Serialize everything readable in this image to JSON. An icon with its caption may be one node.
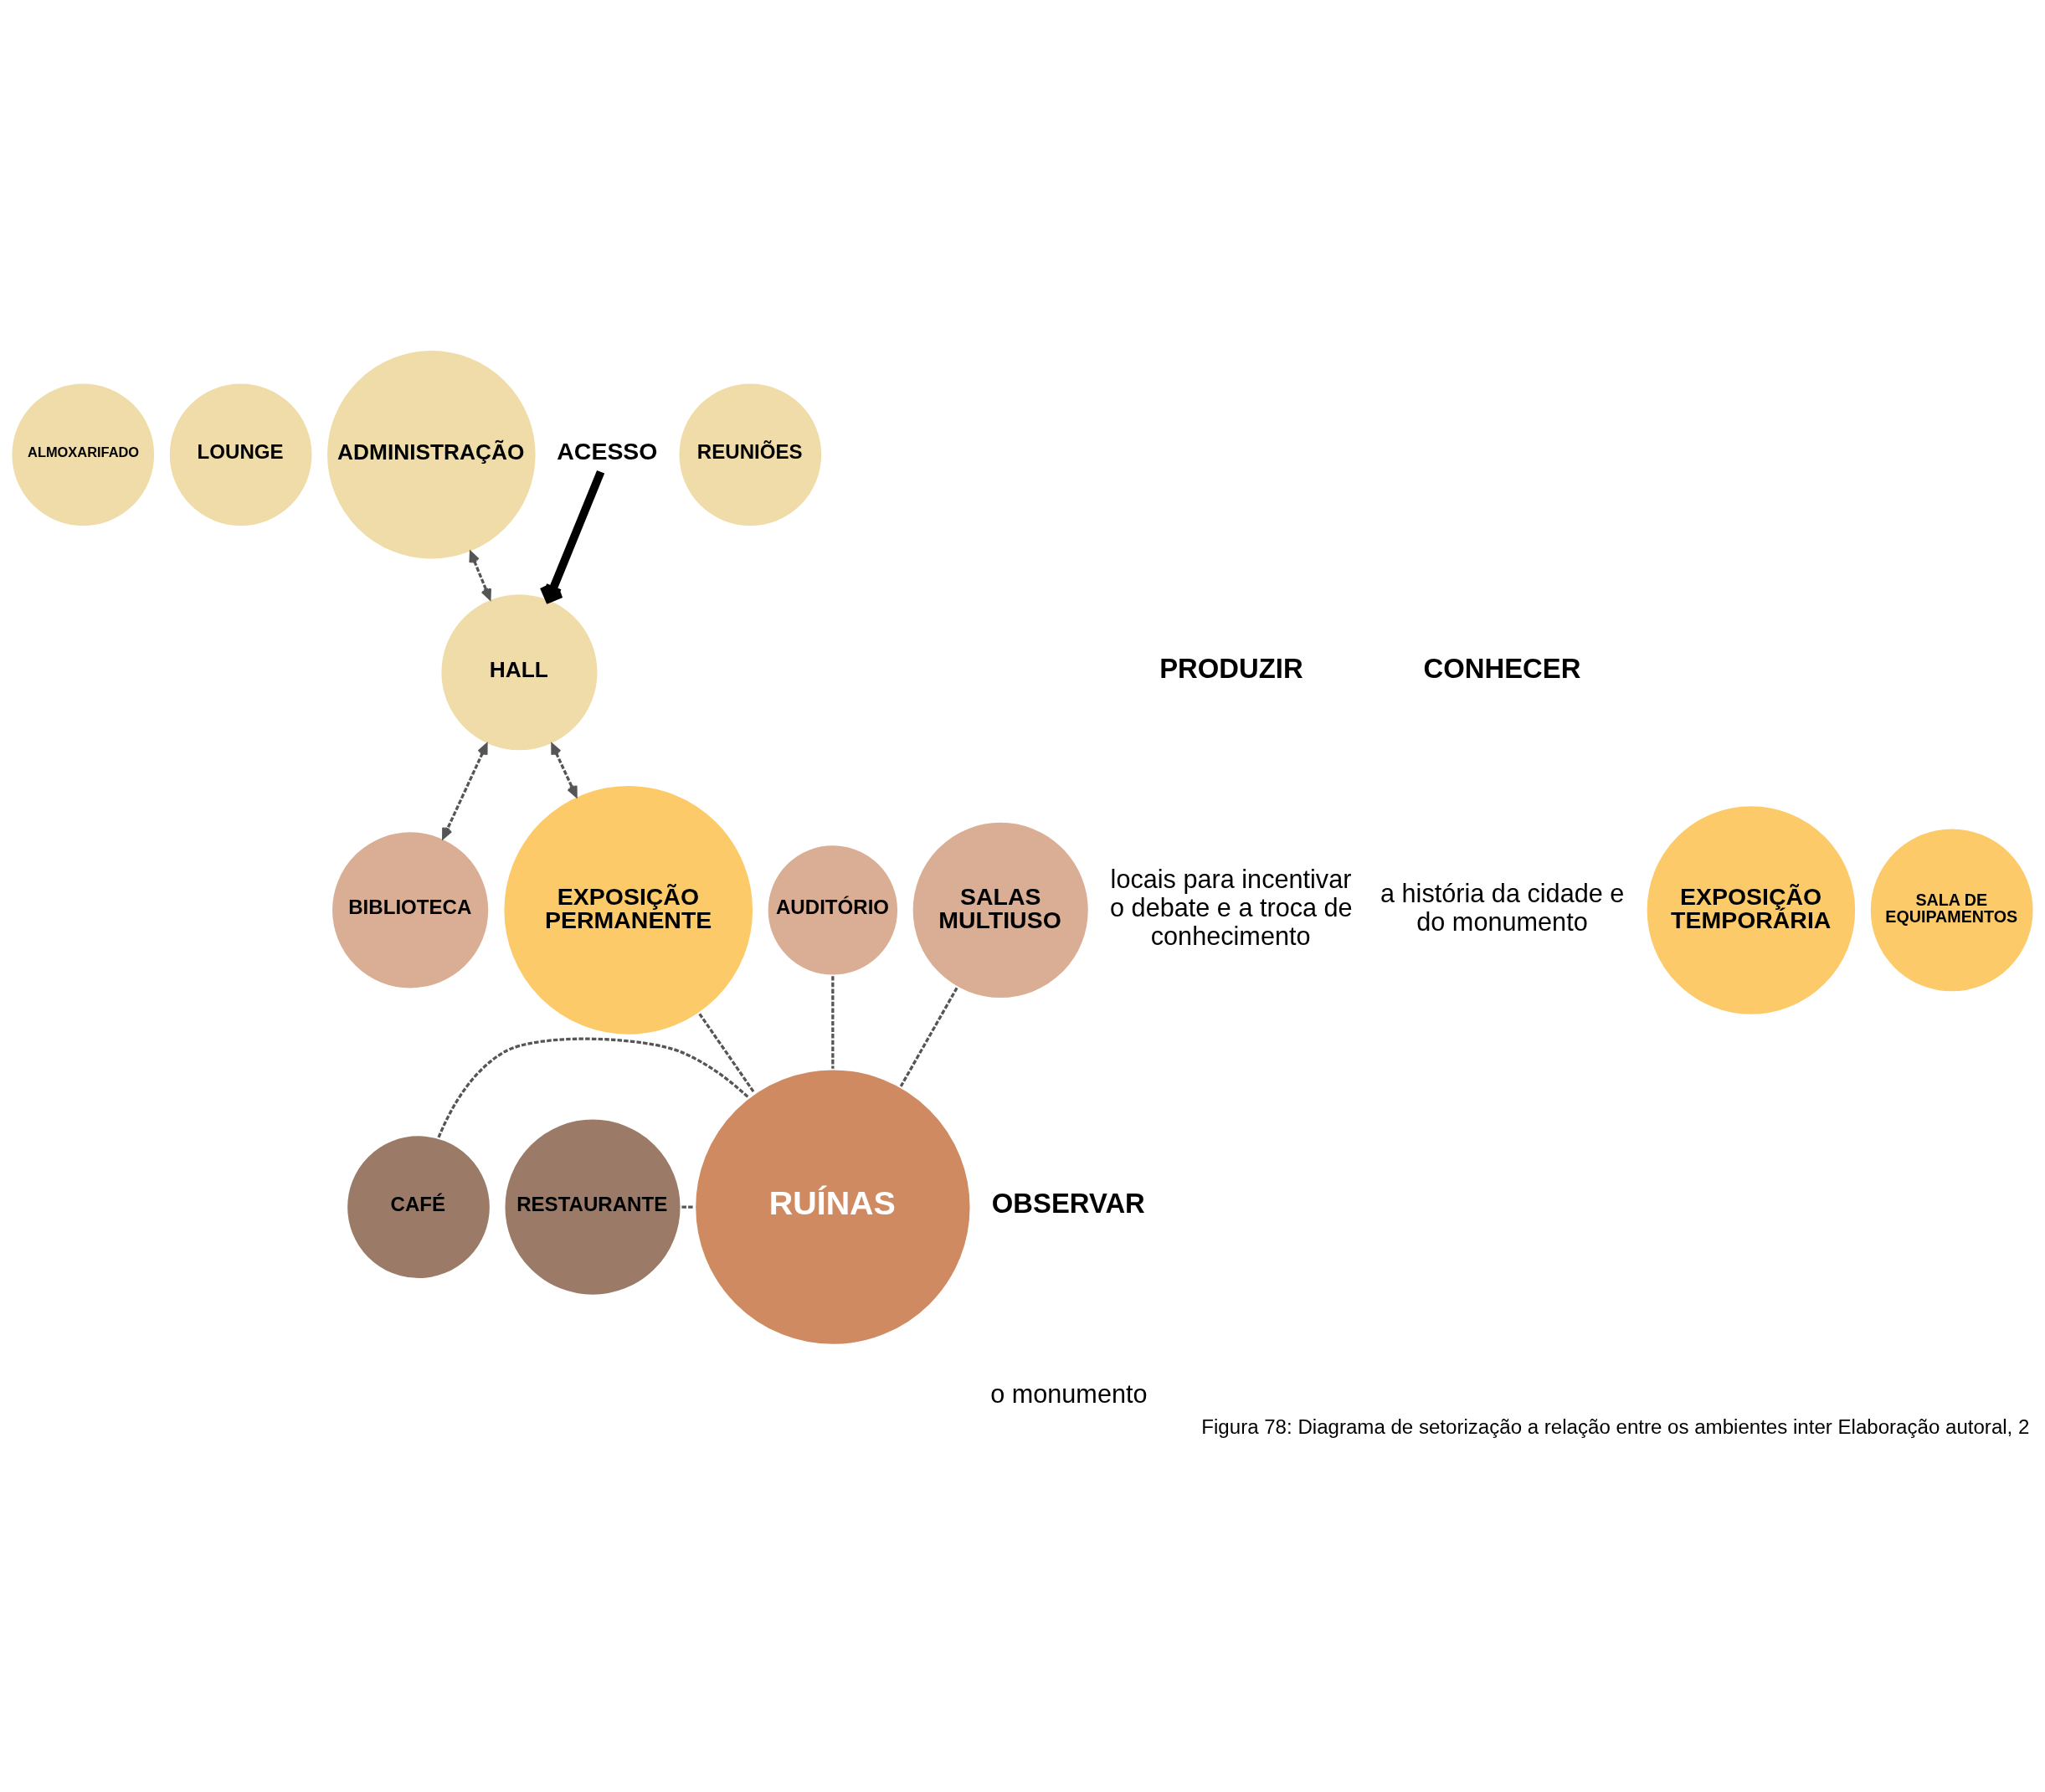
{
  "diagram": {
    "caption": "Figura 78: Diagrama de setorização a relação entre os ambientes inter Elaboração autoral, 2",
    "nodes": [
      {
        "text": [
          "REUNIÕES"
        ]
      },
      {
        "text": [
          "LOUNGE"
        ]
      },
      {
        "text": [
          "ALMOXARIFADO"
        ]
      },
      {
        "text": [
          "ADMINISTRAÇÃO"
        ]
      },
      {
        "text": [
          "ACESSO"
        ]
      },
      {
        "text": [
          "HALL"
        ]
      },
      {
        "text": [
          "EXPOSIÇÃO TEMPORÁRIA"
        ]
      },
      {
        "text": [
          "EXPOSIÇÃO PERMANENTE"
        ]
      },
      {
        "text": [
          "SALA DE EQUIPAMENTOS"
        ]
      },
      {
        "text": [
          "BIBLIOTECA"
        ]
      },
      {
        "text": [
          "SALAS MULTIUSO"
        ]
      },
      {
        "text": [
          "AUDITÓRIO"
        ]
      },
      {
        "text": [
          "CAFÉ"
        ]
      },
      {
        "text": [
          "RESTAURANTE"
        ]
      },
      {
        "text": [
          "RUÍNAS"
        ]
      }
    ],
    "edges": [
      {
        "from": 4,
        "to": 5,
        "arrow": "to",
        "style": "thick",
        "color": "#000000"
      },
      {
        "from": 3,
        "to": 5,
        "arrow": "both",
        "style": "dashed"
      },
      {
        "from": 5,
        "to": 9,
        "arrow": "both",
        "style": "dashed"
      },
      {
        "from": 5,
        "to": 7,
        "arrow": "both",
        "style": "dashed"
      },
      {
        "from": 11,
        "to": 14,
        "arrow": "none",
        "style": "dashed"
      },
      {
        "from": 10,
        "to": 14,
        "arrow": "none",
        "style": "dashed"
      },
      {
        "from": 7,
        "to": 14,
        "arrow": "none",
        "style": "dashed"
      },
      {
        "from": 12,
        "to": 14,
        "arrow": "none",
        "style": "dashed"
      },
      {
        "from": 13,
        "to": 14,
        "arrow": "none",
        "style": "dashed"
      }
    ],
    "labels": [
      "CONHECER",
      "a história da cidade e do monumento",
      "PRODUZIR",
      "locais para incentivar o debate e a troca de conhecimento",
      "OBSERVAR",
      "o monumento"
    ]
  }
}
